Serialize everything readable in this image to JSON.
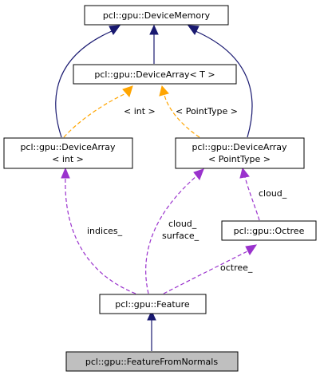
{
  "nodes": {
    "device_memory": "pcl::gpu::DeviceMemory",
    "device_array_t": "pcl::gpu::DeviceArray< T >",
    "device_array_int_line1": "pcl::gpu::DeviceArray",
    "device_array_int_line2": "< int >",
    "device_array_pt_line1": "pcl::gpu::DeviceArray",
    "device_array_pt_line2": "< PointType >",
    "octree": "pcl::gpu::Octree",
    "feature": "pcl::gpu::Feature",
    "feature_from_normals": "pcl::gpu::FeatureFromNormals"
  },
  "edge_labels": {
    "int_template": "< int >",
    "pointtype_template": "< PointType >",
    "cloud_to_octree": "cloud_",
    "cloud_surface_line1": "cloud_",
    "cloud_surface_line2": "surface_",
    "indices": "indices_",
    "octree": "octree_"
  },
  "colors": {
    "inheritance": "#191970",
    "template_instantiation": "#ffa500",
    "usage": "#9a32cd",
    "highlight_fill": "#bfbfbf"
  }
}
